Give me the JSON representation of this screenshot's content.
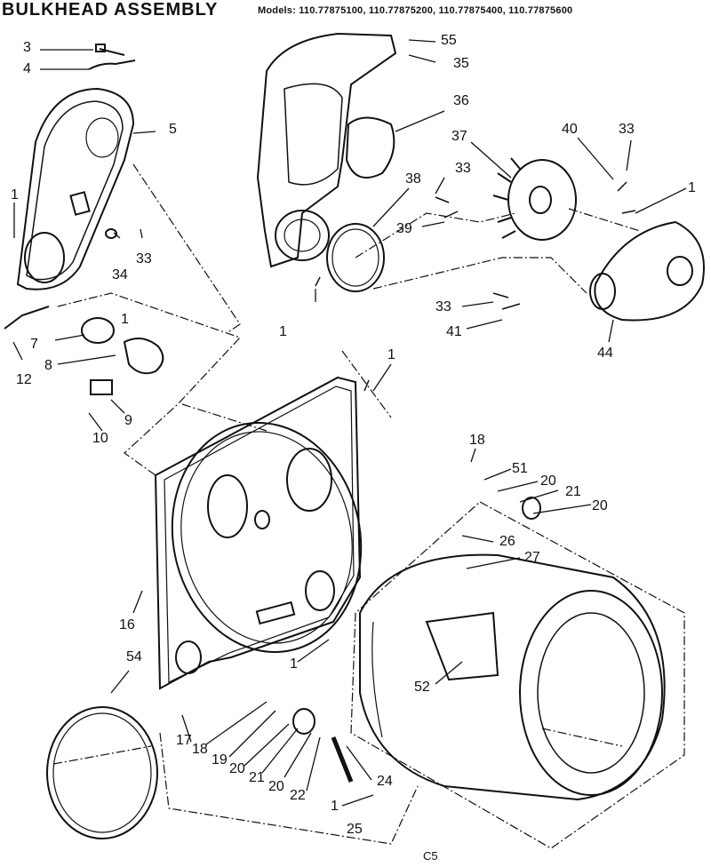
{
  "header": {
    "title": "BULKHEAD ASSEMBLY",
    "models": "Models: 110.77875100, 110.77875200, 110.77875400, 110.77875600"
  },
  "callouts": {
    "c3": "3",
    "c4": "4",
    "c5": "5",
    "c1a": "1",
    "c33a": "33",
    "c34": "34",
    "c12": "12",
    "c7": "7",
    "c1b": "1",
    "c8": "8",
    "c9": "9",
    "c10": "10",
    "c55": "55",
    "c35": "35",
    "c36": "36",
    "c37": "37",
    "c33b": "33",
    "c40": "40",
    "c33c": "33",
    "c1c": "1",
    "c38": "38",
    "c39": "39",
    "c1d": "1",
    "c33d": "33",
    "c41": "41",
    "c44": "44",
    "c1e": "1",
    "c18a": "18",
    "c51": "51",
    "c20a": "20",
    "c21a": "21",
    "c20b": "20",
    "c26": "26",
    "c27": "27",
    "c16": "16",
    "c1f": "1",
    "c52": "52",
    "c54": "54",
    "c17": "17",
    "c18b": "18",
    "c19": "19",
    "c20c": "20",
    "c21b": "21",
    "c20d": "20",
    "c22": "22",
    "c24": "24",
    "c1g": "1",
    "c25": "25"
  },
  "footer": {
    "code": "C5"
  }
}
